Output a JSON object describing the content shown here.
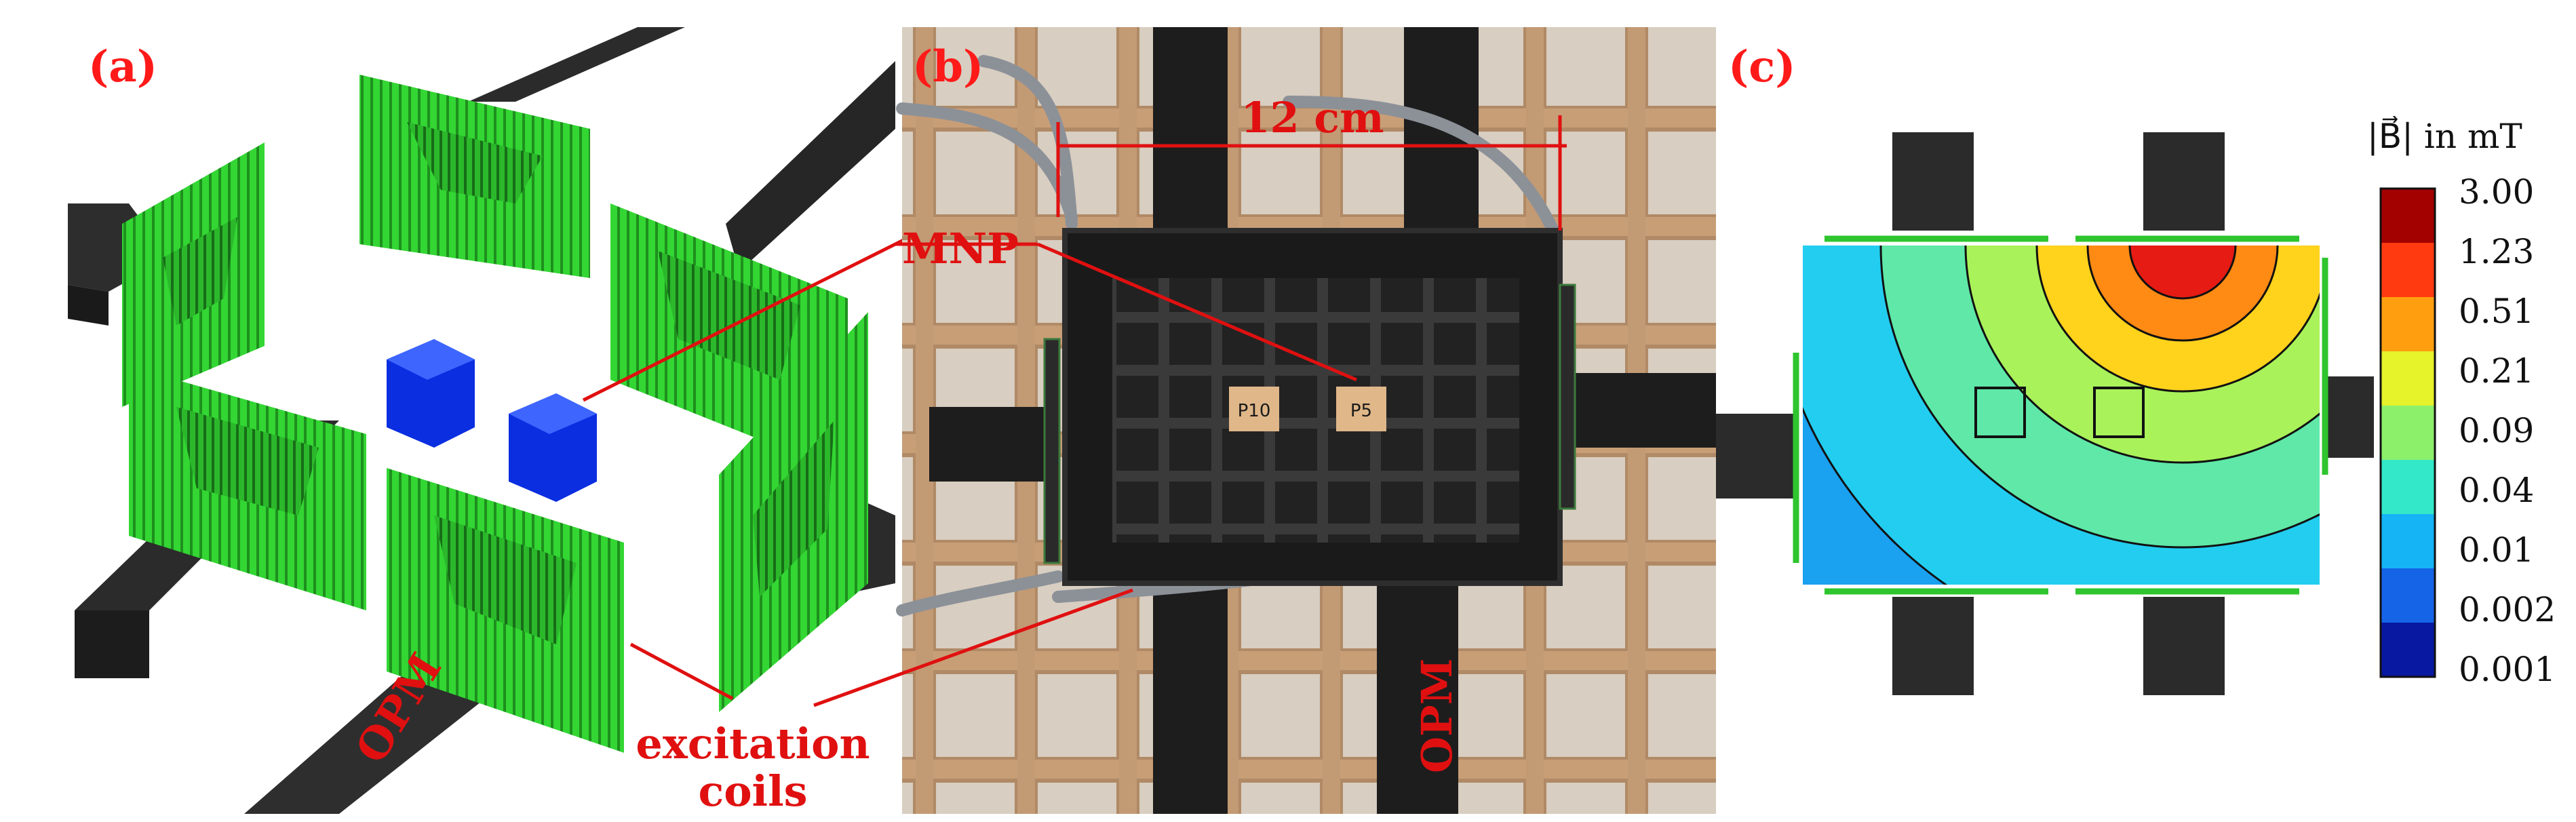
{
  "panels": {
    "a": {
      "label": "(a)",
      "sensor_label": "OPM",
      "coils_label_line1": "excitation",
      "coils_label_line2": "coils"
    },
    "b": {
      "label": "(b)",
      "dimension_label": "12 cm",
      "mnp_label": "MNP",
      "sample_1": "P10",
      "sample_2": "P5",
      "sensor_label": "OPM"
    },
    "c": {
      "label": "(c)",
      "colorbar_title": "|B⃗| in mT",
      "colorbar_ticks": [
        "3.00",
        "1.23",
        "0.51",
        "0.21",
        "0.09",
        "0.04",
        "0.01",
        "0.002",
        "0.001"
      ]
    }
  },
  "colors": {
    "accent_red": "#e01010",
    "coil_green": "#35d435",
    "sensor_black": "#2b2b2b",
    "mnp_blue": "#0a2ee0"
  }
}
